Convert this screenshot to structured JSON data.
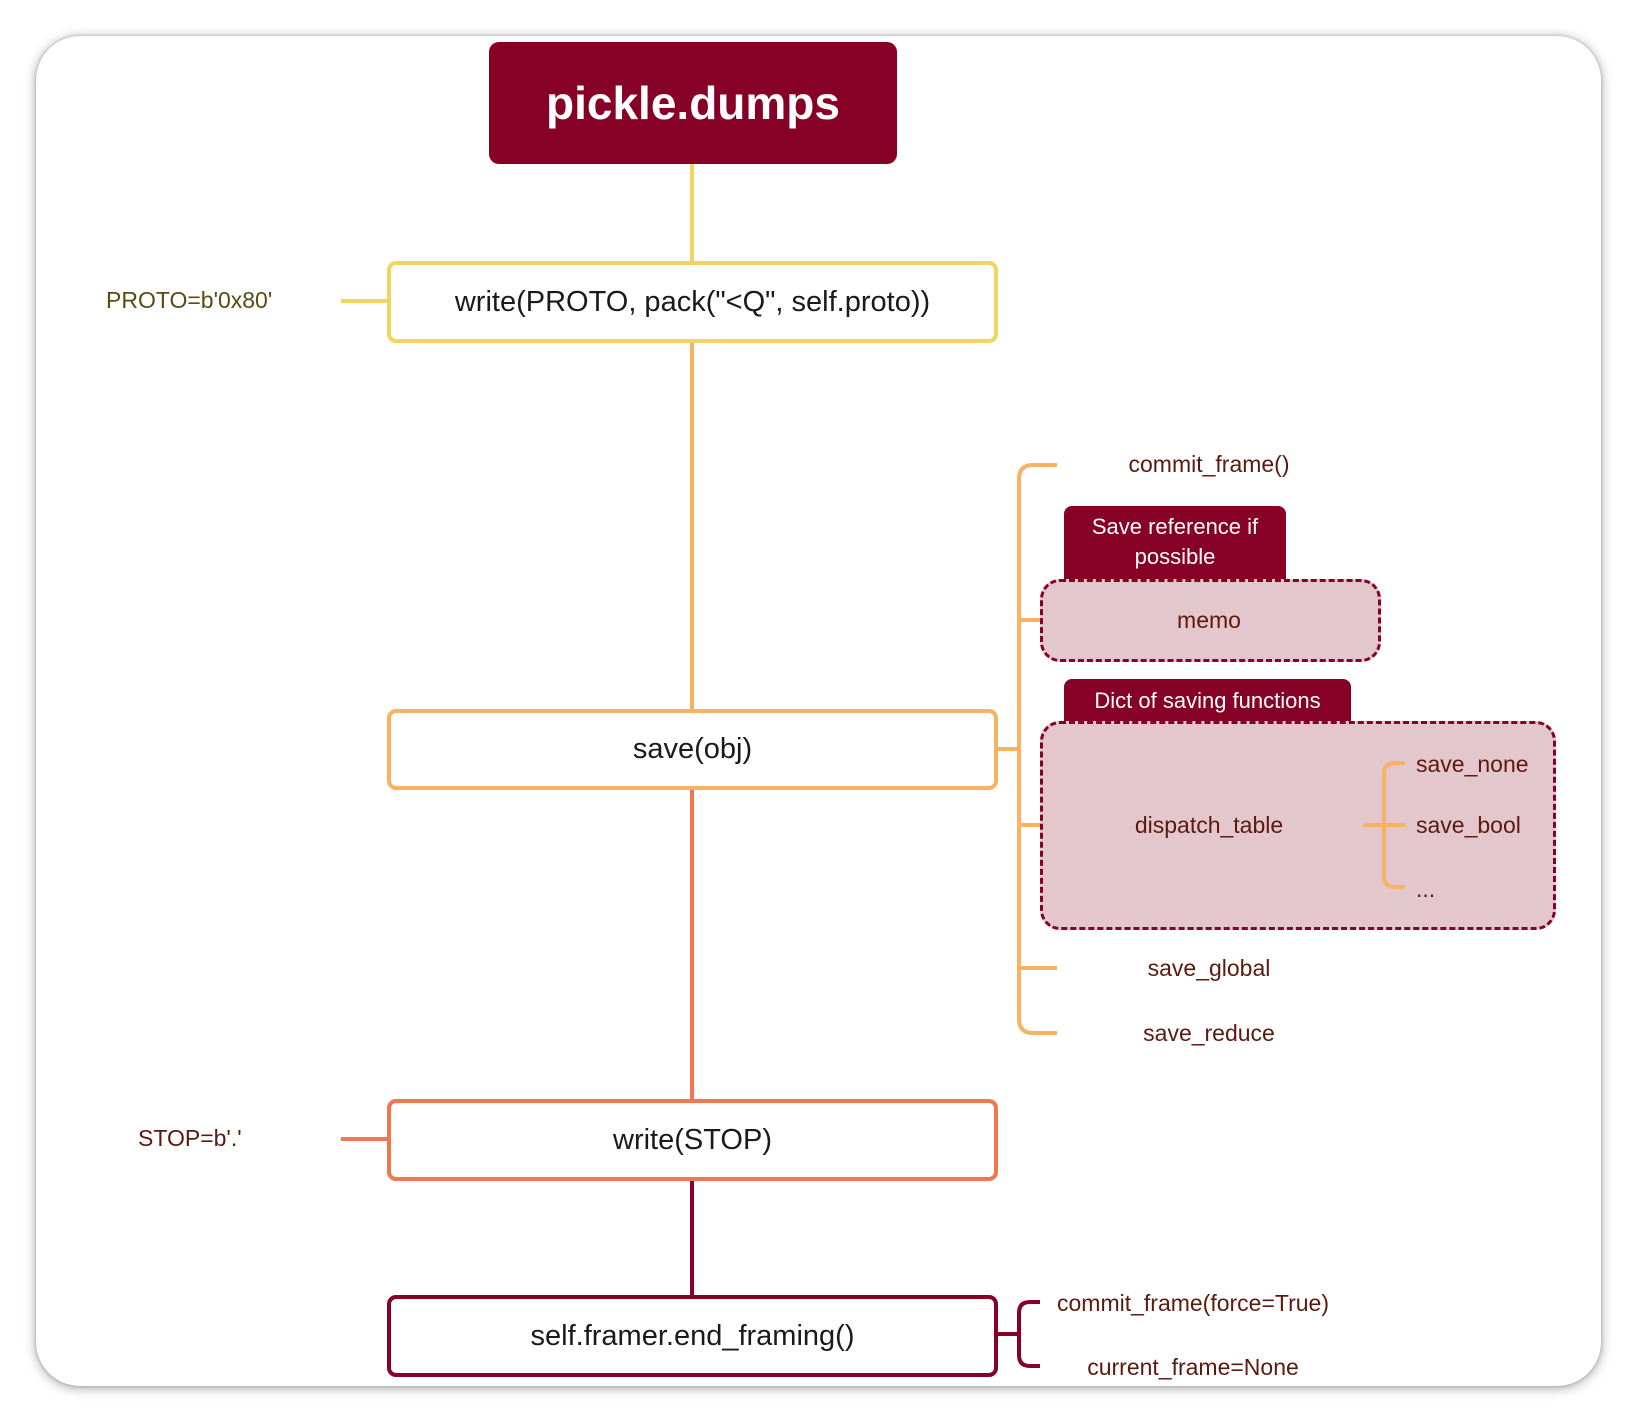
{
  "root": {
    "title": "pickle.dumps"
  },
  "steps": [
    {
      "label": "write(PROTO, pack(\"<Q\",  self.proto))",
      "note": "PROTO=b'0x80'",
      "color": "#f2d55e"
    },
    {
      "label": "save(obj)",
      "color": "#f7b264"
    },
    {
      "label": "write(STOP)",
      "note": "STOP=b'.'",
      "color": "#f07850"
    },
    {
      "label": "self.framer.end_framing()",
      "color": "#870025"
    }
  ],
  "save_branch": {
    "items": [
      "commit_frame()",
      "memo",
      "dispatch_table",
      "save_global",
      "save_reduce"
    ],
    "memo_tag": "Save reference if possible",
    "dispatch_tag": "Dict of saving functions",
    "dispatch_items": [
      "save_none",
      "save_bool",
      "..."
    ]
  },
  "end_branch": {
    "items": [
      "commit_frame(force=True)",
      "current_frame=None"
    ]
  },
  "colors": {
    "primary": "#870025",
    "yellow": "#f2d55e",
    "light_orange": "#f7b264",
    "orange": "#f07850",
    "container_fill": "#e4c6cd",
    "text_dark": "#5a1a0e"
  }
}
